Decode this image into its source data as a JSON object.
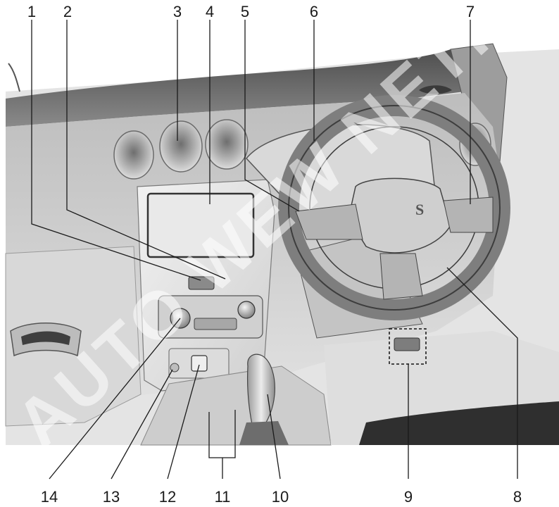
{
  "diagram": {
    "image_name": "car-dashboard-interior-drawing",
    "watermark": "AUTO WEW NETRZ NE",
    "callouts": [
      {
        "number": "1"
      },
      {
        "number": "2"
      },
      {
        "number": "3"
      },
      {
        "number": "4"
      },
      {
        "number": "5"
      },
      {
        "number": "6"
      },
      {
        "number": "7"
      },
      {
        "number": "8"
      },
      {
        "number": "9"
      },
      {
        "number": "10"
      },
      {
        "number": "11"
      },
      {
        "number": "12"
      },
      {
        "number": "13"
      },
      {
        "number": "14"
      }
    ]
  }
}
